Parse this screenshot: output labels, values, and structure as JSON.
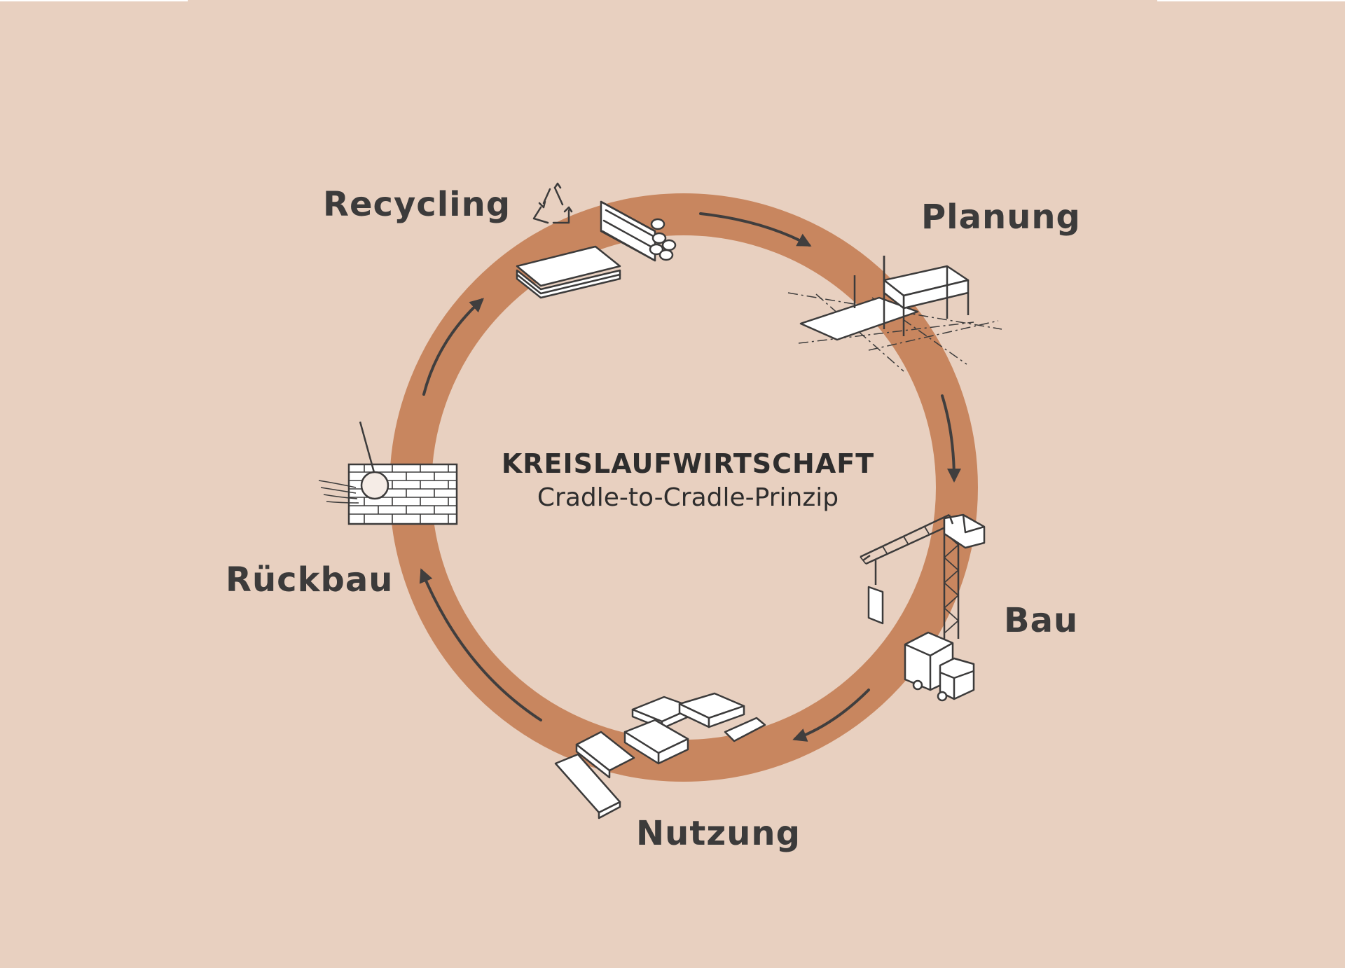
{
  "colors": {
    "background": "#e8d0c0",
    "ring": "#c8865f",
    "arrow": "#403e3e",
    "text": "#3c3b3b",
    "icon_fill": "#ffffff"
  },
  "center": {
    "title": "KREISLAUFWIRTSCHAFT",
    "subtitle": "Cradle-to-Cradle-Prinzip"
  },
  "stages": [
    {
      "id": "planung",
      "label": "Planung",
      "icon": "building-plan-icon"
    },
    {
      "id": "bau",
      "label": "Bau",
      "icon": "crane-truck-icon"
    },
    {
      "id": "nutzung",
      "label": "Nutzung",
      "icon": "panels-stack-icon"
    },
    {
      "id": "rueckbau",
      "label": "Rückbau",
      "icon": "demolition-wall-icon"
    },
    {
      "id": "recycling",
      "label": "Recycling",
      "icon": "recycled-materials-icon"
    }
  ],
  "flow_direction": "clockwise"
}
